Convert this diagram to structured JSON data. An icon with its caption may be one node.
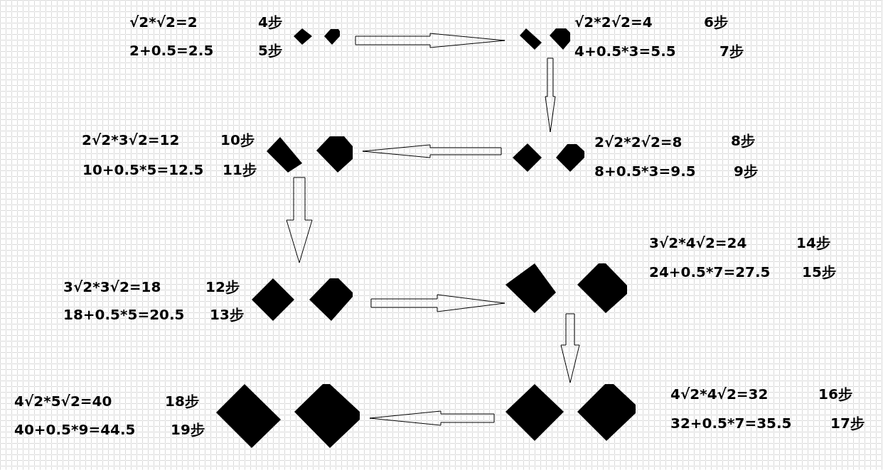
{
  "diagram": {
    "nodes": [
      {
        "text": [],
        "shape": "diamond",
        "beside": [
          "√2*√2=2",
          "4步",
          "2+0.5=2.5",
          "5步"
        ]
      },
      {
        "text": [],
        "shape": "diamond"
      },
      {
        "text": [],
        "shape": "diamond"
      },
      {
        "text": [],
        "shape": "diamond",
        "beside": [
          "√2*2√2=4",
          "6步",
          "4+0.5*3=5.5",
          "7步"
        ]
      },
      {
        "text": [],
        "shape": "diamond",
        "beside": [
          "2√2*3√2=12",
          "10步",
          "10+0.5*5=12.5",
          "11步"
        ]
      },
      {
        "text": [],
        "shape": "diamond"
      },
      {
        "text": [],
        "shape": "diamond"
      },
      {
        "text": [],
        "shape": "diamond",
        "beside": [
          "2√2*2√2=8",
          "8步",
          "8+0.5*3=9.5",
          "9步"
        ]
      },
      {
        "text": [],
        "shape": "diamond",
        "beside": [
          "3√2*3√2=18",
          "12步",
          "18+0.5*5=20.5",
          "13步"
        ]
      },
      {
        "text": [],
        "shape": "diamond"
      },
      {
        "text": [],
        "shape": "diamond"
      },
      {
        "text": [],
        "shape": "diamond",
        "beside": [
          "3√2*4√2=24",
          "14步",
          "24+0.5*7=27.5",
          "15步"
        ]
      },
      {
        "text": [],
        "shape": "diamond",
        "beside": [
          "4√2*5√2=40",
          "18步",
          "40+0.5*9=44.5",
          "19步"
        ]
      },
      {
        "text": [],
        "shape": "diamond"
      },
      {
        "text": [],
        "shape": "diamond"
      },
      {
        "text": [],
        "shape": "diamond",
        "beside": [
          "4√2*4√2=32",
          "16步",
          "32+0.5*7=35.5",
          "17步"
        ]
      }
    ],
    "edges": [
      {
        "from": 1,
        "to": 2,
        "arrow": "to"
      },
      {
        "from": 3,
        "to": 7,
        "arrow": "to"
      },
      {
        "from": 6,
        "to": 5,
        "arrow": "to"
      },
      {
        "from": 4,
        "to": 8,
        "arrow": "to"
      },
      {
        "from": 9,
        "to": 10,
        "arrow": "to"
      },
      {
        "from": 11,
        "to": 14,
        "arrow": "to"
      },
      {
        "from": 14,
        "to": 13,
        "arrow": "to"
      }
    ]
  }
}
